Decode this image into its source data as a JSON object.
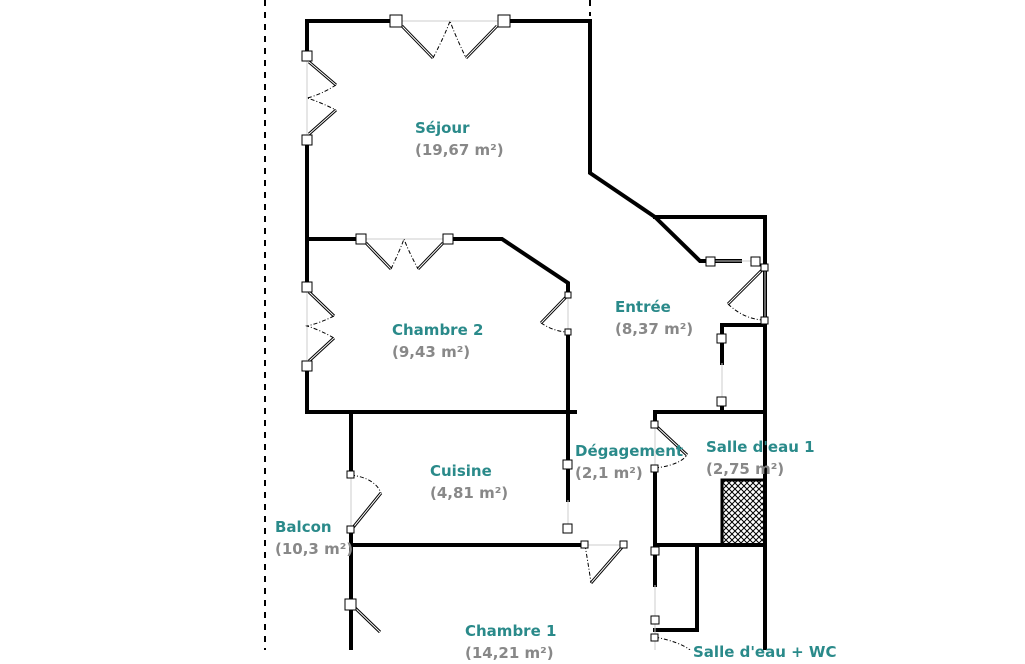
{
  "colors": {
    "room_name": "#2a8a8a",
    "room_area": "#888888",
    "wall": "#000000"
  },
  "rooms": [
    {
      "name": "Séjour",
      "area": "(19,67 m²)"
    },
    {
      "name": "Chambre 2",
      "area": "(9,43 m²)"
    },
    {
      "name": "Entrée",
      "area": "(8,37 m²)"
    },
    {
      "name": "Cuisine",
      "area": "(4,81 m²)"
    },
    {
      "name": "Dégagement",
      "area": "(2,1 m²)"
    },
    {
      "name": "Salle d'eau 1",
      "area": "(2,75 m²)"
    },
    {
      "name": "Balcon",
      "area": "(10,3 m²)"
    },
    {
      "name": "Chambre 1",
      "area": "(14,21 m²)"
    },
    {
      "name": "Salle d'eau + WC",
      "area": ""
    }
  ]
}
